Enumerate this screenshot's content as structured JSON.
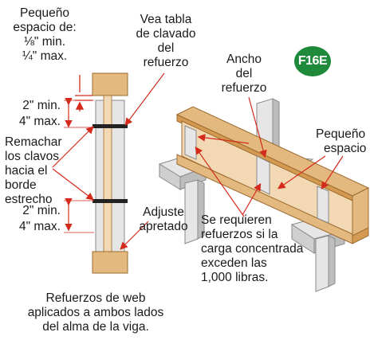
{
  "badge": "F16E",
  "colors": {
    "wood": "#f2d9b3",
    "wood_end": "#e4b97f",
    "wood_dark": "#d49a52",
    "concrete": "#e6e6e6",
    "concrete_dark": "#bdbdbd",
    "arrow": "#d42a1c",
    "strap": "#222222",
    "badge": "#1f8a3b"
  },
  "labels": {
    "small_gap": [
      "Pequeño",
      "espacio de:",
      "⅛\" min.",
      "¼\" max."
    ],
    "nailing_table": [
      "Vea tabla",
      "de clavado",
      "del",
      "refuerzo"
    ],
    "stiffener_width": [
      "Ancho",
      "del",
      "refuerzo"
    ],
    "small_gap_right": [
      "Pequeño",
      "espacio"
    ],
    "top_min": "2\" min.",
    "top_max": "4\" max.",
    "clinch_nails": [
      "Remachar",
      "los clavos",
      "hacia el",
      "borde",
      "estrecho"
    ],
    "bottom_min": "2\" min.",
    "bottom_max": "4\" max.",
    "tight_fit": [
      "Adjuste",
      "apretado"
    ],
    "required_note": [
      "Se requieren",
      "refuerzos si la",
      "carga concentrada",
      "exceden las",
      "1,000 libras."
    ],
    "caption": [
      "Refuerzos de web",
      "aplicados a ambos lados",
      "del alma de la viga."
    ]
  }
}
